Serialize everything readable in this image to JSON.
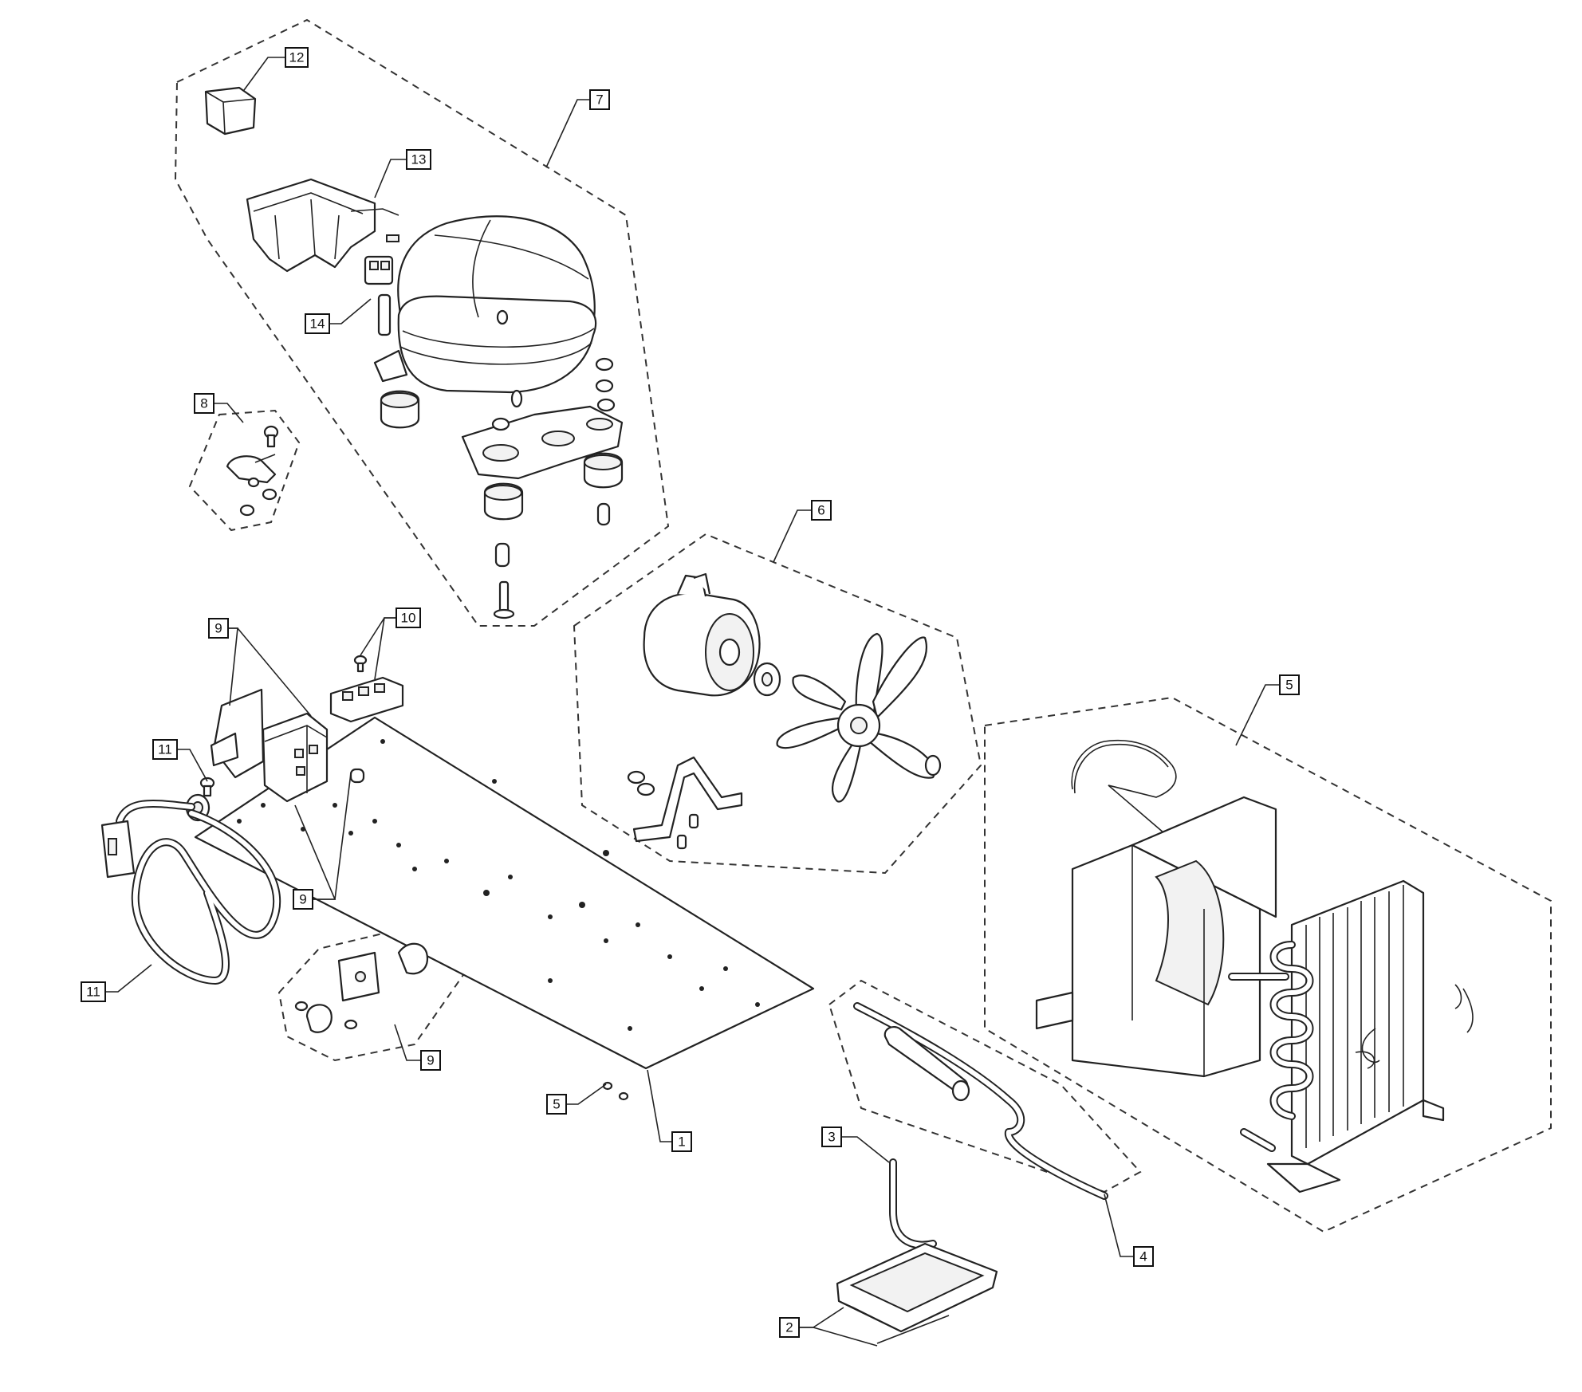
{
  "callouts": [
    {
      "id": "c12",
      "label": "12"
    },
    {
      "id": "c7",
      "label": "7"
    },
    {
      "id": "c13",
      "label": "13"
    },
    {
      "id": "c14",
      "label": "14"
    },
    {
      "id": "c8",
      "label": "8"
    },
    {
      "id": "c6",
      "label": "6"
    },
    {
      "id": "c10",
      "label": "10"
    },
    {
      "id": "c9a",
      "label": "9"
    },
    {
      "id": "c11a",
      "label": "11"
    },
    {
      "id": "c9b",
      "label": "9"
    },
    {
      "id": "c11b",
      "label": "11"
    },
    {
      "id": "c9c",
      "label": "9"
    },
    {
      "id": "c5a",
      "label": "5"
    },
    {
      "id": "c5b",
      "label": "5"
    },
    {
      "id": "c1",
      "label": "1"
    },
    {
      "id": "c3",
      "label": "3"
    },
    {
      "id": "c4",
      "label": "4"
    },
    {
      "id": "c2",
      "label": "2"
    }
  ]
}
